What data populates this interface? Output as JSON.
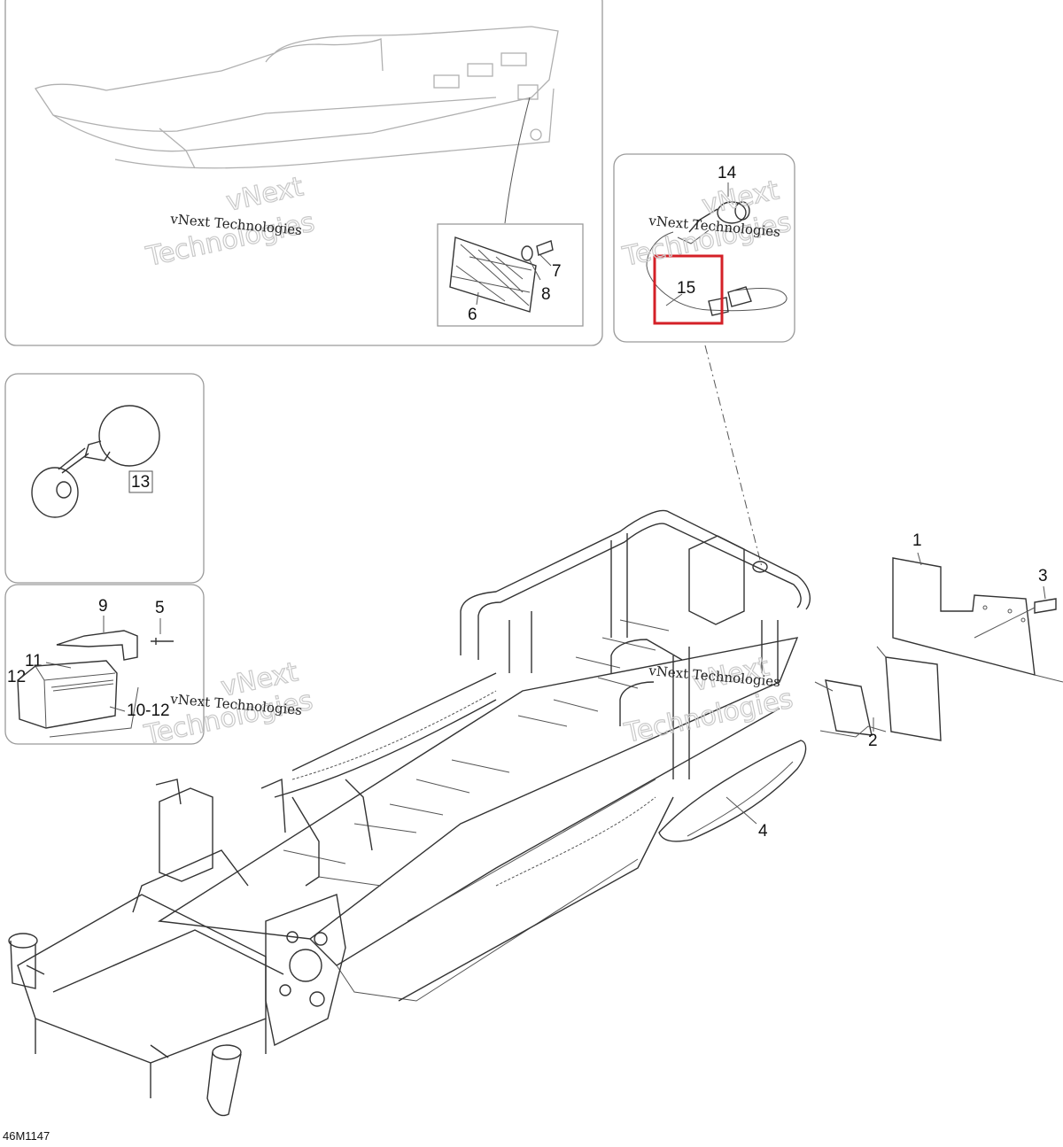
{
  "diagram_code": "46M1147",
  "watermark": {
    "line1": "vNext",
    "line2": "Technologies",
    "small": "vNext Technologies"
  },
  "callouts": {
    "c1": "1",
    "c2": "2",
    "c3": "3",
    "c4": "4",
    "c5": "5",
    "c6": "6",
    "c7": "7",
    "c8": "8",
    "c9": "9",
    "c10_12": "10-12",
    "c11": "11",
    "c12": "12",
    "c13": "13",
    "c14": "14",
    "c15": "15"
  },
  "colors": {
    "highlight": "#d42027",
    "panel_border": "#9a9a9a"
  }
}
